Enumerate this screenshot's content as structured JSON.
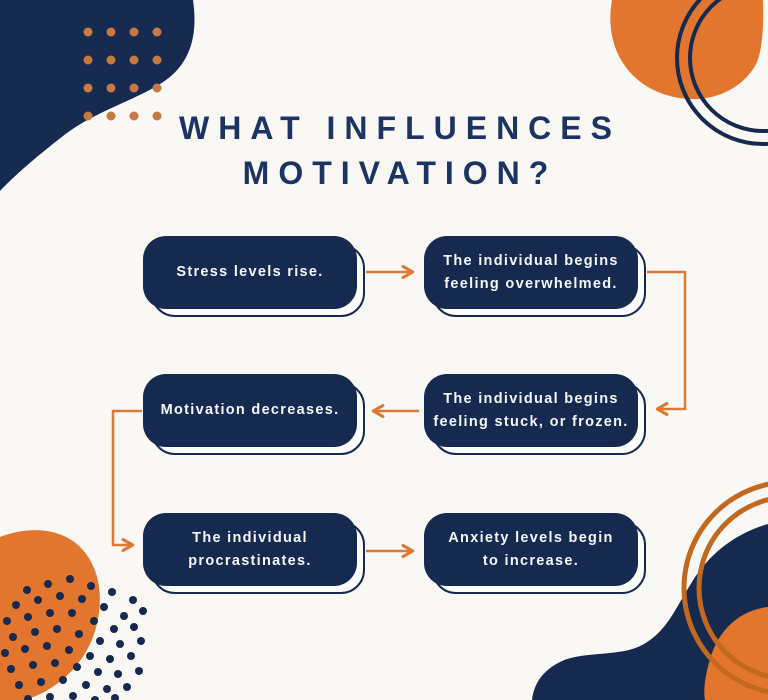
{
  "title": {
    "line1": "WHAT INFLUENCES",
    "line2": "MOTIVATION?"
  },
  "flow": {
    "boxes": [
      {
        "label": "Stress levels rise.",
        "lines": [
          "Stress levels rise."
        ]
      },
      {
        "label": "The individual begins feeling overwhelmed.",
        "lines": [
          "The individual begins",
          "feeling overwhelmed."
        ]
      },
      {
        "label": "Motivation decreases.",
        "lines": [
          "Motivation decreases."
        ]
      },
      {
        "label": "The individual begins feeling stuck, or frozen.",
        "lines": [
          "The individual begins",
          "feeling stuck, or frozen."
        ]
      },
      {
        "label": "The individual procrastinates.",
        "lines": [
          "The individual",
          "procrastinates."
        ]
      },
      {
        "label": "Anxiety levels begin to increase.",
        "lines": [
          "Anxiety levels begin",
          "to increase."
        ]
      }
    ],
    "connections": [
      {
        "from": "Stress levels rise.",
        "to": "The individual begins feeling overwhelmed."
      },
      {
        "from": "The individual begins feeling overwhelmed.",
        "to": "The individual begins feeling stuck, or frozen."
      },
      {
        "from": "The individual begins feeling stuck, or frozen.",
        "to": "Motivation decreases."
      },
      {
        "from": "Motivation decreases.",
        "to": "The individual procrastinates."
      },
      {
        "from": "The individual procrastinates.",
        "to": "Anxiety levels begin to increase."
      }
    ]
  },
  "colors": {
    "navy": "#16294E",
    "titleNavy": "#1C3462",
    "orange": "#E2762E",
    "arrowOrange": "#DC7A36",
    "ringOrange": "#C2691F",
    "dotOrange": "#C8793F",
    "boxText": "#F5F7FA",
    "background": "#FAF8F5"
  }
}
